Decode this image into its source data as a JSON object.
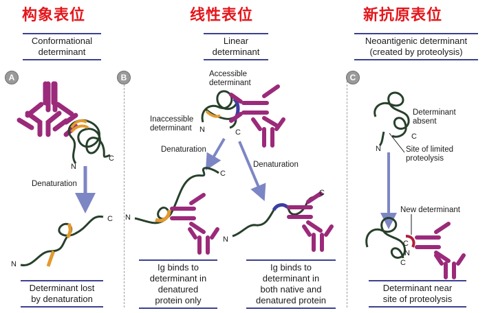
{
  "titles": {
    "conformational": "构象表位",
    "linear": "线性表位",
    "neoantigenic": "新抗原表位"
  },
  "panels": {
    "a": {
      "badge": "A",
      "header": [
        "Conformational",
        "determinant"
      ],
      "arrow_label": "Denaturation",
      "footer": [
        "Determinant lost",
        "by denaturation"
      ]
    },
    "b": {
      "badge": "B",
      "header": [
        "Linear",
        "determinant"
      ],
      "accessible": [
        "Accessible",
        "determinant"
      ],
      "inaccessible": [
        "Inaccessible",
        "determinant"
      ],
      "arrow_label_left": "Denaturation",
      "arrow_label_right": "Denaturation",
      "footer_left": [
        "Ig binds to",
        "determinant in",
        "denatured",
        "protein only"
      ],
      "footer_right": [
        "Ig binds to",
        "determinant in",
        "both native and",
        "denatured protein"
      ]
    },
    "c": {
      "badge": "C",
      "header": [
        "Neoantigenic determinant",
        "(created by proteolysis)"
      ],
      "absent": [
        "Determinant",
        "absent"
      ],
      "site": [
        "Site of limited",
        "proteolysis"
      ],
      "new_det": "New determinant",
      "footer": [
        "Determinant near",
        "site of proteolysis"
      ]
    }
  },
  "termini": {
    "n": "N",
    "c": "C"
  },
  "colors": {
    "title": "#e4161b",
    "antibody": "#9b2a7a",
    "protein": "#27402b",
    "conformational_det": "#e39a2e",
    "linear_det": "#3c3ea3",
    "arrow": "#7d86c4"
  }
}
